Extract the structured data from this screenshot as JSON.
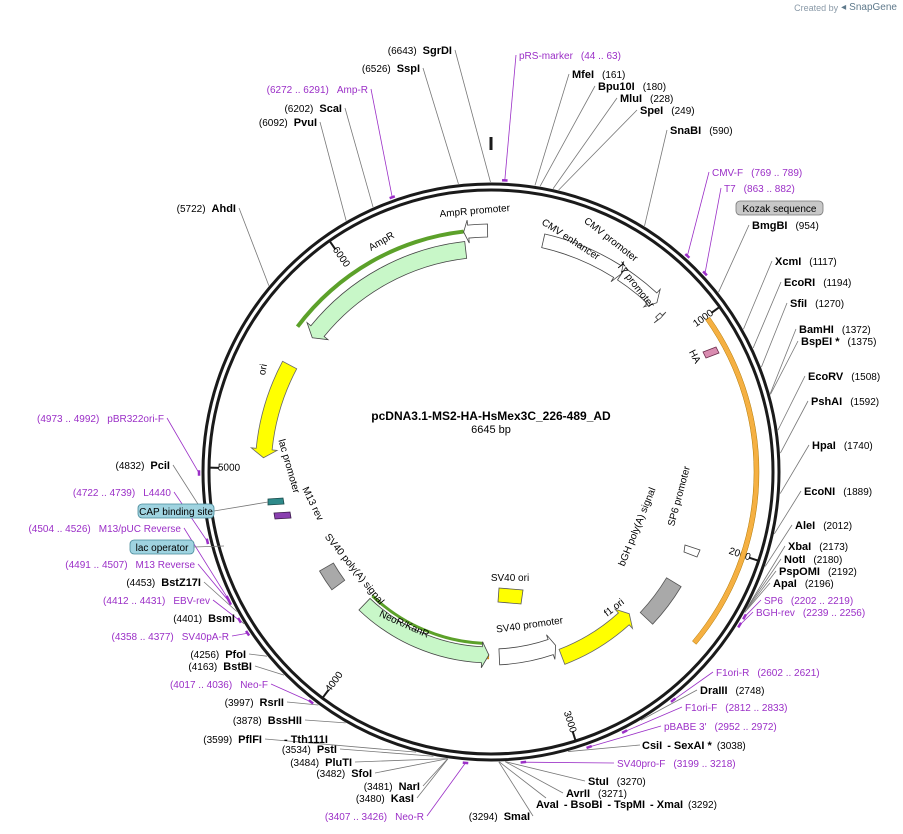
{
  "credit": {
    "prefix": "Created by",
    "brand": "SnapGene"
  },
  "plasmid": {
    "name": "pcDNA3.1-MS2-HA-HsMex3C_226-489_AD",
    "length_label": "6645 bp",
    "length": 6645
  },
  "ticks": [
    "1000",
    "2000",
    "3000",
    "4000",
    "5000",
    "6000"
  ],
  "features": [
    {
      "label": "AmpR promoter",
      "start": 6525,
      "end": 6630,
      "kind": "promoter"
    },
    {
      "label": "AmpR",
      "start": 5665,
      "end": 6525,
      "kind": "gene"
    },
    {
      "label": "ori",
      "start": 5050,
      "end": 5500,
      "kind": "ori"
    },
    {
      "label": "CMV enhancer",
      "start": 235,
      "end": 615,
      "kind": "promoter"
    },
    {
      "label": "CMV promoter",
      "start": 616,
      "end": 820,
      "kind": "promoter"
    },
    {
      "label": "T7 promoter",
      "start": 863,
      "end": 882,
      "kind": "promoter_small"
    },
    {
      "label": "HA",
      "start": 1395,
      "end": 1422,
      "kind": "tag"
    },
    {
      "label": "SP6 promoter",
      "start": 2185,
      "end": 2202,
      "kind": "promoter_small"
    },
    {
      "label": "bGH poly(A) signal",
      "start": 2235,
      "end": 2460,
      "kind": "polyA"
    },
    {
      "label": "f1 ori",
      "start": 2505,
      "end": 2935,
      "kind": "ori"
    },
    {
      "label": "SV40 promoter",
      "start": 2945,
      "end": 3275,
      "kind": "promoter"
    },
    {
      "label": "NeoR/KanR",
      "start": 3335,
      "end": 4130,
      "kind": "gene"
    },
    {
      "label": "SV40 poly(A) signal",
      "start": 4310,
      "end": 4430,
      "kind": "polyA"
    },
    {
      "label": "lac promoter",
      "start": 4530,
      "end": 4560,
      "kind": "promoter_small"
    },
    {
      "label": "M13 rev",
      "start": 4500,
      "end": 4517,
      "kind": "promoter_small"
    },
    {
      "label": "SV40 ori",
      "kind": "box"
    },
    {
      "label": "Kozak sequence",
      "kind": "pill_gray"
    },
    {
      "label": "CAP binding site",
      "kind": "pill_blue"
    },
    {
      "label": "lac operator",
      "kind": "pill_blue"
    }
  ],
  "sites": [
    {
      "name": "SgrDI",
      "pos": "(6643)"
    },
    {
      "name": "SspI",
      "pos": "(6526)"
    },
    {
      "name": "ScaI",
      "pos": "(6202)"
    },
    {
      "name": "PvuI",
      "pos": "(6092)"
    },
    {
      "name": "AhdI",
      "pos": "(5722)"
    },
    {
      "name": "MfeI",
      "pos": "(161)"
    },
    {
      "name": "Bpu10I",
      "pos": "(180)"
    },
    {
      "name": "MluI",
      "pos": "(228)"
    },
    {
      "name": "SpeI",
      "pos": "(249)"
    },
    {
      "name": "SnaBI",
      "pos": "(590)"
    },
    {
      "name": "BmgBI",
      "pos": "(954)"
    },
    {
      "name": "XcmI",
      "pos": "(1117)"
    },
    {
      "name": "EcoRI",
      "pos": "(1194)"
    },
    {
      "name": "SfiI",
      "pos": "(1270)"
    },
    {
      "name": "BamHI",
      "pos": "(1372)"
    },
    {
      "name": "BspEI *",
      "pos": "(1375)"
    },
    {
      "name": "EcoRV",
      "pos": "(1508)"
    },
    {
      "name": "PshAI",
      "pos": "(1592)"
    },
    {
      "name": "HpaI",
      "pos": "(1740)"
    },
    {
      "name": "EcoNI",
      "pos": "(1889)"
    },
    {
      "name": "AleI",
      "pos": "(2012)"
    },
    {
      "name": "XbaI",
      "pos": "(2173)"
    },
    {
      "name": "NotI",
      "pos": "(2180)"
    },
    {
      "name": "PspOMI",
      "pos": "(2192)"
    },
    {
      "name": "ApaI",
      "pos": "(2196)"
    },
    {
      "name": "DraIII",
      "pos": "(2748)"
    },
    {
      "name": "CsiI",
      "pos": ""
    },
    {
      "name": "- SexAI *",
      "pos": "(3038)"
    },
    {
      "name": "StuI",
      "pos": "(3270)"
    },
    {
      "name": "AvrII",
      "pos": "(3271)"
    },
    {
      "name": "AvaI",
      "pos": ""
    },
    {
      "name": "- BsoBI",
      "pos": ""
    },
    {
      "name": "- TspMI",
      "pos": ""
    },
    {
      "name": "- XmaI",
      "pos": "(3292)"
    },
    {
      "name": "SmaI",
      "pos": "(3294)"
    },
    {
      "name": "KasI",
      "pos": "(3480)"
    },
    {
      "name": "NarI",
      "pos": "(3481)"
    },
    {
      "name": "SfoI",
      "pos": "(3482)"
    },
    {
      "name": "PluTI",
      "pos": "(3484)"
    },
    {
      "name": "PstI",
      "pos": "(3534)"
    },
    {
      "name": "PflFI",
      "pos": "(3599)"
    },
    {
      "name": "- Tth111I",
      "pos": ""
    },
    {
      "name": "BssHII",
      "pos": "(3878)"
    },
    {
      "name": "RsrII",
      "pos": "(3997)"
    },
    {
      "name": "BstBI",
      "pos": "(4163)"
    },
    {
      "name": "PfoI",
      "pos": "(4256)"
    },
    {
      "name": "BsmI",
      "pos": "(4401)"
    },
    {
      "name": "BstZ17I",
      "pos": "(4453)"
    },
    {
      "name": "PciI",
      "pos": "(4832)"
    }
  ],
  "primers": [
    {
      "name": "pRS-marker",
      "range": "(44 .. 63)"
    },
    {
      "name": "Amp-R",
      "range": "(6272 .. 6291)"
    },
    {
      "name": "CMV-F",
      "range": "(769 .. 789)"
    },
    {
      "name": "T7",
      "range": "(863 .. 882)"
    },
    {
      "name": "SP6",
      "range": "(2202 .. 2219)"
    },
    {
      "name": "BGH-rev",
      "range": "(2239 .. 2256)"
    },
    {
      "name": "F1ori-R",
      "range": "(2602 .. 2621)"
    },
    {
      "name": "F1ori-F",
      "range": "(2812 .. 2833)"
    },
    {
      "name": "pBABE 3'",
      "range": "(2952 .. 2972)"
    },
    {
      "name": "SV40pro-F",
      "range": "(3199 .. 3218)"
    },
    {
      "name": "Neo-R",
      "range": "(3407 .. 3426)"
    },
    {
      "name": "Neo-F",
      "range": "(4017 .. 4036)"
    },
    {
      "name": "SV40pA-R",
      "range": "(4358 .. 4377)"
    },
    {
      "name": "EBV-rev",
      "range": "(4412 .. 4431)"
    },
    {
      "name": "M13 Reverse",
      "range": "(4491 .. 4507)"
    },
    {
      "name": "M13/pUC Reverse",
      "range": "(4504 .. 4526)"
    },
    {
      "name": "L4440",
      "range": "(4722 .. 4739)"
    },
    {
      "name": "pBR322ori-F",
      "range": "(4973 .. 4992)"
    }
  ],
  "colors": {
    "backbone": "#1a1a1a",
    "primer": "#9b2fc7",
    "gene": "#c8f7c8",
    "ori": "#ffff00",
    "polyA": "#a9a9a9",
    "orfHighlight": "#f5b042",
    "geneHighlight": "#5ca12a",
    "pillGray": "#c8c8c8",
    "pillBlue": "#9fd3e0"
  }
}
